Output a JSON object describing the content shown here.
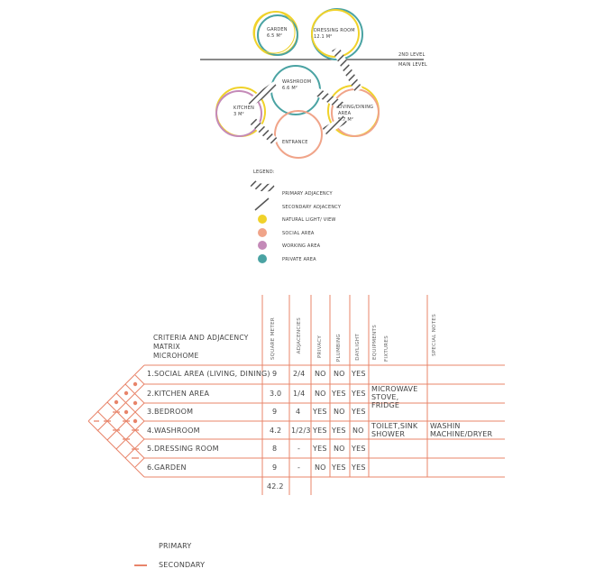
{
  "diagram": {
    "rooms": {
      "garden": {
        "name": "GARDEN",
        "area": "6.5 M²"
      },
      "dressing": {
        "name": "DRESSING ROOM",
        "area": "12.1 M²"
      },
      "washroom": {
        "name": "WASHROOM",
        "area": "6.6 M²"
      },
      "kitchen": {
        "name": "KITCHEN",
        "area": "3 M²"
      },
      "living_1": "LIVING/DINING",
      "living_2": "AREA",
      "living_area": "5.7 M²",
      "entrance": {
        "name": "ENTRANCE"
      }
    },
    "level_upper": "2ND LEVEL",
    "level_main": "MAIN LEVEL"
  },
  "legend": {
    "title": "LEGEND:",
    "items": [
      {
        "label": "PRIMARY ADJACENCY"
      },
      {
        "label": "SECONDARY ADJACENCY"
      },
      {
        "label": "NATURAL LIGHT/ VIEW",
        "color": "#f0d22a"
      },
      {
        "label": "SOCIAL AREA",
        "color": "#f0a489"
      },
      {
        "label": "WORKING AREA",
        "color": "#c48ab8"
      },
      {
        "label": "PRIVATE AREA",
        "color": "#4aa3a3"
      }
    ]
  },
  "matrix": {
    "title_1": "CRITERIA AND ADJACENCY",
    "title_2": "MATRIX",
    "title_3": "MICROHOME",
    "headers": [
      "SQUARE METER",
      "ADJACENCIES",
      "PRIVACY",
      "PLUMBING",
      "DAYLIGHT",
      "EQUIPMENTS",
      "FIXTURES",
      "SPECIAL NOTES"
    ],
    "rows": [
      {
        "name": "1.SOCIAL AREA (LIVING, DINING)",
        "sqm": "9",
        "adj": "2/4",
        "privacy": "NO",
        "plumbing": "NO",
        "daylight": "YES",
        "fixtures": "",
        "notes": ""
      },
      {
        "name": "2.KITCHEN AREA",
        "sqm": "3.0",
        "adj": "1/4",
        "privacy": "NO",
        "plumbing": "YES",
        "daylight": "YES",
        "fixtures": "MICROWAVE STOVE, FRIDGE",
        "notes": ""
      },
      {
        "name": "3.BEDROOM",
        "sqm": "9",
        "adj": "4",
        "privacy": "YES",
        "plumbing": "NO",
        "daylight": "YES",
        "fixtures": "",
        "notes": ""
      },
      {
        "name": "4.WASHROOM",
        "sqm": "4.2",
        "adj": "1/2/3",
        "privacy": "YES",
        "plumbing": "YES",
        "daylight": "NO",
        "fixtures": "TOILET,SINK SHOWER",
        "notes": "WASHIN MACHINE/DRYER"
      },
      {
        "name": "5.DRESSING ROOM",
        "sqm": "8",
        "adj": "-",
        "privacy": "YES",
        "plumbing": "NO",
        "daylight": "YES",
        "fixtures": "",
        "notes": ""
      },
      {
        "name": "6.GARDEN",
        "sqm": "9",
        "adj": "-",
        "privacy": "NO",
        "plumbing": "YES",
        "daylight": "YES",
        "fixtures": "",
        "notes": ""
      }
    ],
    "total": "42.2"
  },
  "key": {
    "primary": "PRIMARY",
    "secondary": "SECONDARY"
  },
  "colors": {
    "table_line": "#e8846a",
    "primary_dot": "#e8846a"
  }
}
